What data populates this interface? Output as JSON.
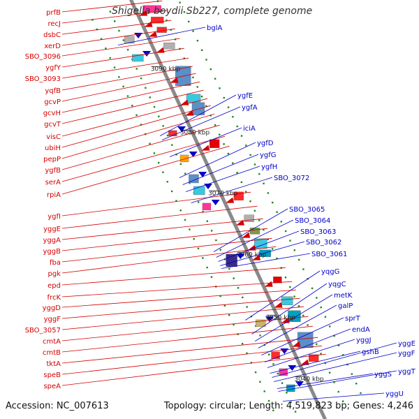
{
  "title": "Shigella boydii Sb227, complete genome",
  "accession": "Accession: NC_007613",
  "topology": "Topology: circular; Length: 4,519,823 bp; Genes: 4,246",
  "colors": {
    "forward_label": "#d40000",
    "reverse_label": "#0000c8",
    "backbone": "#8a8a8a",
    "tick": "#1a8a1a"
  },
  "kbp_ticks": [
    "3090 kbp",
    "3080 kbp",
    "3070 kbp",
    "3060 kbp",
    "3050 kbp",
    "3040 kbp"
  ],
  "left_genes": [
    "prfB",
    "recJ",
    "dsbC",
    "xerD",
    "SBO_3096",
    "ygfY",
    "SBO_3093",
    "yqfB",
    "gcvP",
    "gcvH",
    "gcvT",
    "visC",
    "ubiH",
    "pepP",
    "ygfB",
    "serA",
    "rpiA",
    "ygfI",
    "yggE",
    "yggA",
    "yggB",
    "fba",
    "pgk",
    "epd",
    "frcK",
    "yggD",
    "yggF",
    "SBO_3057",
    "cmtA",
    "cmtB",
    "tktA",
    "speB",
    "speA"
  ],
  "right_genes": [
    "bglA",
    "ygfE",
    "ygfA",
    "iciA",
    "ygfD",
    "ygfG",
    "ygfH",
    "SBO_3072",
    "SBO_3065",
    "SBO_3064",
    "SBO_3063",
    "SBO_3062",
    "SBO_3061",
    "yqgG",
    "yqgC",
    "metK",
    "galP",
    "sprT",
    "endA",
    "yggJ",
    "gshB",
    "yggE",
    "yggF",
    "yggS",
    "yggT",
    "yggU"
  ]
}
